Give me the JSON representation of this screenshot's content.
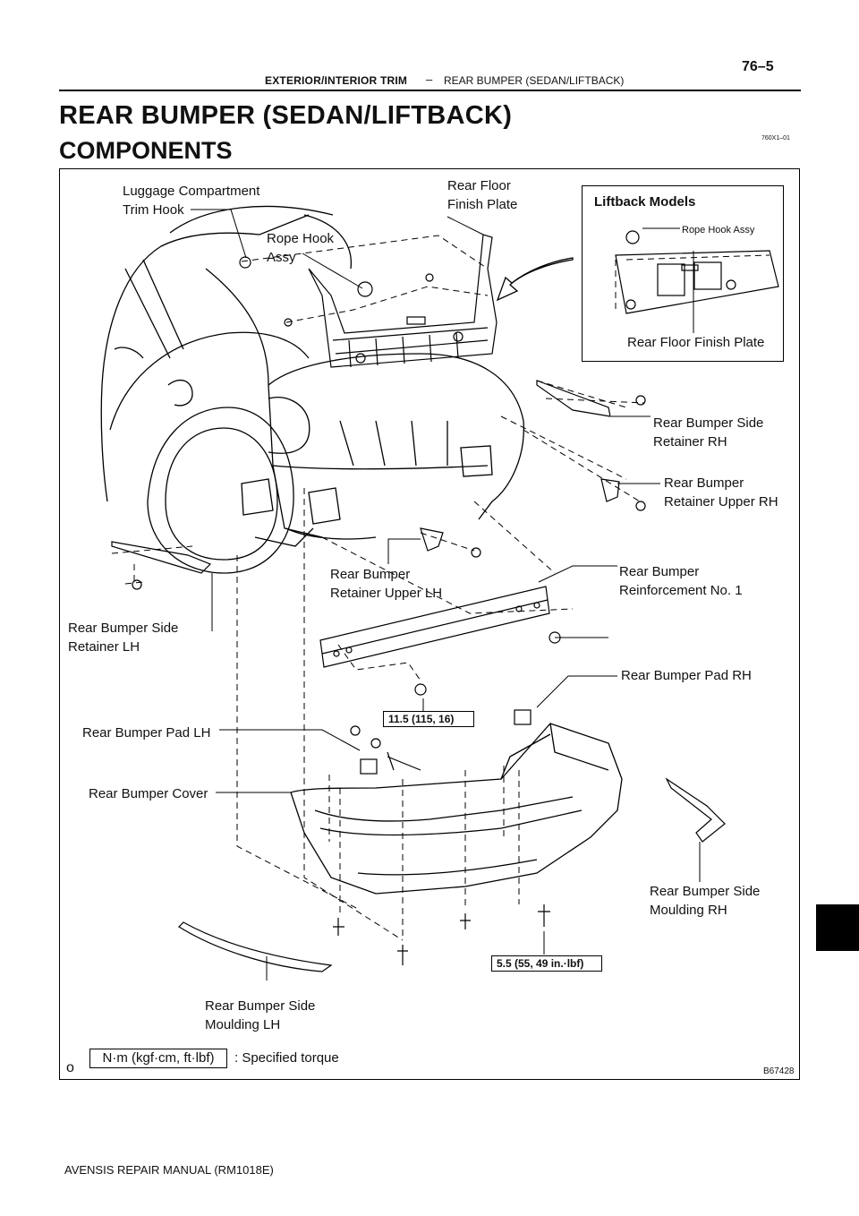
{
  "header": {
    "section": "EXTERIOR/INTERIOR TRIM",
    "separator": "–",
    "subsection": "REAR BUMPER (SEDAN/LIFTBACK)",
    "page": "76–5"
  },
  "title": "REAR BUMPER (SEDAN/LIFTBACK)",
  "subtitle": "COMPONENTS",
  "doc_code": "760X1–01",
  "inset": {
    "title": "Liftback Models",
    "rope_hook": "Rope Hook Assy",
    "finish_plate": "Rear Floor Finish Plate"
  },
  "labels": {
    "trim_hook": "Luggage Compartment\nTrim Hook",
    "rope_hook": "Rope Hook\nAssy",
    "finish_plate": "Rear Floor\nFinish Plate",
    "side_retainer_rh": "Rear Bumper Side\nRetainer RH",
    "retainer_upper_rh": "Rear Bumper\nRetainer Upper RH",
    "retainer_upper_lh": "Rear Bumper\nRetainer Upper LH",
    "reinforcement": "Rear Bumper\nReinforcement No. 1",
    "side_retainer_lh": "Rear Bumper Side\nRetainer LH",
    "pad_rh": "Rear Bumper Pad RH",
    "pad_lh": "Rear Bumper Pad LH",
    "cover": "Rear Bumper Cover",
    "moulding_rh": "Rear Bumper Side\nMoulding RH",
    "moulding_lh": "Rear Bumper Side\nMoulding LH"
  },
  "torques": {
    "reinforcement": "11.5 (115, 16)",
    "cover": "5.5 (55, 49 in.·lbf)"
  },
  "legend": {
    "unit": "N·m (kgf·cm, ft·lbf)",
    "meaning": ": Specified torque"
  },
  "figure_code": "B67428",
  "figure_mark": "o",
  "footer": "AVENSIS REPAIR MANUAL   (RM1018E)"
}
